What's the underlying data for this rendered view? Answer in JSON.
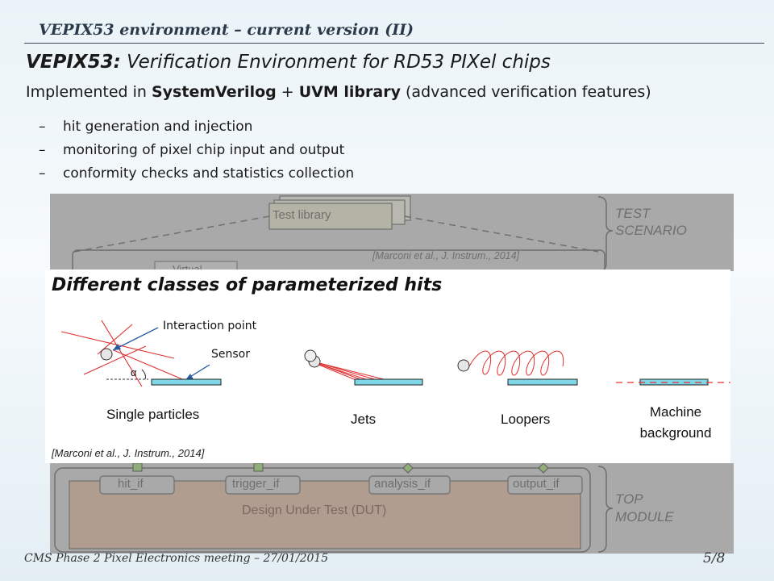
{
  "slide": {
    "title": "VEPIX53 environment – current version (II)",
    "heading_bold": "VEPIX53:",
    "heading_rest": " Verification Environment for RD53 PIXel chips",
    "sub_pre": "Implemented in ",
    "sub_b1": "SystemVerilog",
    "sub_mid": " + ",
    "sub_b2": "UVM library",
    "sub_post": " (advanced verification features)",
    "bullet_dash": "–",
    "bullets": [
      "hit generation and injection",
      "monitoring of pixel chip input and output",
      "conformity checks and statistics collection"
    ]
  },
  "top_diagram": {
    "test_library": "Test library",
    "scenario_line1": "TEST",
    "scenario_line2": "SCENARIO",
    "citation": "[Marconi et al., J. Instrum., 2014]",
    "virtual": "Virtual"
  },
  "hits_diagram": {
    "title": "Different classes of parameterized hits",
    "interaction_point": "Interaction point",
    "sensor": "Sensor",
    "alpha": "α",
    "single_particles": "Single particles",
    "jets": "Jets",
    "loopers": "Loopers",
    "machine_bg_line1": "Machine",
    "machine_bg_line2": "background",
    "citation": "[Marconi et al., J. Instrum., 2014]"
  },
  "bottom_diagram": {
    "hit_if": "hit_if",
    "trigger_if": "trigger_if",
    "analysis_if": "analysis_if",
    "output_if": "output_if",
    "dut": "Design Under Test (DUT)",
    "top_line1": "TOP",
    "top_line2": "MODULE"
  },
  "footer": {
    "meeting": "CMS Phase 2 Pixel Electronics meeting – 27/01/2015",
    "page": "5/8"
  },
  "colors": {
    "sensor": "#7fd6e6",
    "ray": "#e03030",
    "panel_gray": "#a9a9a9"
  }
}
